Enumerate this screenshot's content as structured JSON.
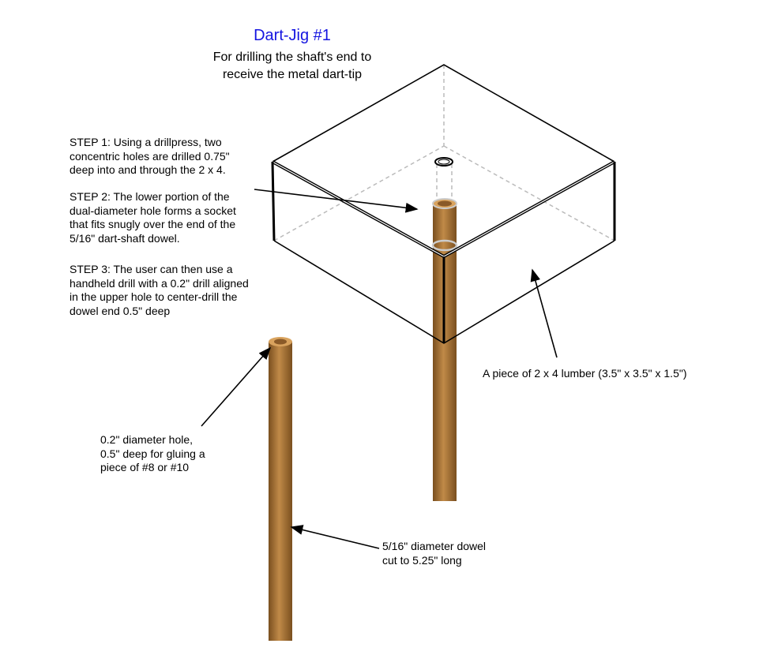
{
  "title": "Dart-Jig #1",
  "subtitle": [
    "For drilling the shaft's end to",
    "receive the metal dart-tip"
  ],
  "steps": [
    [
      "STEP 1: Using a drillpress, two",
      "concentric holes are drilled 0.75\"",
      "deep into and through the 2 x 4."
    ],
    [
      "STEP 2:  The lower portion of the",
      "dual-diameter hole forms a socket",
      "that fits snugly over the end of the",
      "5/16\" dart-shaft dowel."
    ],
    [
      "STEP 3:  The user can then use a",
      "handheld drill with a 0.2\" drill aligned",
      "in the upper hole to center-drill the",
      "dowel end 0.5\" deep"
    ]
  ],
  "labels": {
    "lumber": "A piece of 2 x 4 lumber (3.5\" x 3.5\" x 1.5\")",
    "hole": [
      "0.2\" diameter hole,",
      "0.5\" deep for gluing a",
      "piece of #8 or #10"
    ],
    "dowel": [
      "5/16\" diameter dowel",
      "cut to 5.25\" long"
    ]
  },
  "colors": {
    "title": "#1515e0",
    "wood": "#b07a3a",
    "wood_dark": "#7a4f1f"
  }
}
